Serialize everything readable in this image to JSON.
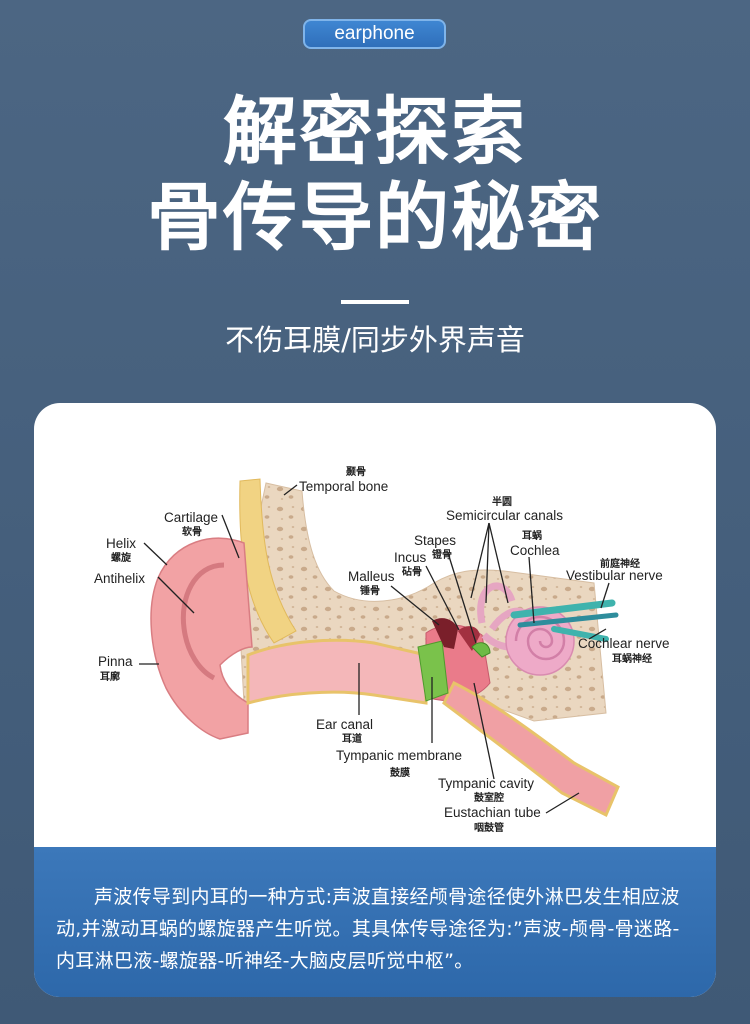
{
  "header": {
    "tag": "earphone",
    "title_line1": "解密探索",
    "title_line2": "骨传导的秘密",
    "subtitle": "不伤耳膜/同步外界声音"
  },
  "diagram": {
    "temporal_bone": {
      "en": "Temporal bone",
      "cn": "颞骨"
    },
    "cartilage": {
      "en": "Cartilage",
      "cn": "软骨"
    },
    "helix": {
      "en": "Helix",
      "cn": "螺旋"
    },
    "antihelix": {
      "en": "Antihelix",
      "cn": ""
    },
    "pinna": {
      "en": "Pinna",
      "cn": "耳廓"
    },
    "semicircular": {
      "en": "Semicircular canals",
      "cn": "半圆"
    },
    "stapes": {
      "en": "Stapes",
      "cn": "镫骨"
    },
    "incus": {
      "en": "Incus",
      "cn": "砧骨"
    },
    "malleus": {
      "en": "Malleus",
      "cn": "锤骨"
    },
    "cochlea": {
      "en": "Cochlea",
      "cn": "耳蜗"
    },
    "vestibular": {
      "en": "Vestibular nerve",
      "cn": "前庭神经"
    },
    "cochlear_nerve": {
      "en": "Cochlear nerve",
      "cn": "耳蜗神经"
    },
    "ear_canal": {
      "en": "Ear canal",
      "cn": "耳道"
    },
    "tympanic_membrane": {
      "en": "Tympanic membrane",
      "cn": "鼓膜"
    },
    "tympanic_cavity": {
      "en": "Tympanic cavity",
      "cn": "鼓室腔"
    },
    "eustachian": {
      "en": "Eustachian tube",
      "cn": "咽鼓管"
    }
  },
  "description": "声波传导到内耳的一种方式:声波直接经颅骨途径使外淋巴发生相应波动,并激动耳蜗的螺旋器产生听觉。其具体传导途径为:”声波-颅骨-骨迷路-内耳淋巴液-螺旋器-听神经-大脑皮层听觉中枢”。"
}
